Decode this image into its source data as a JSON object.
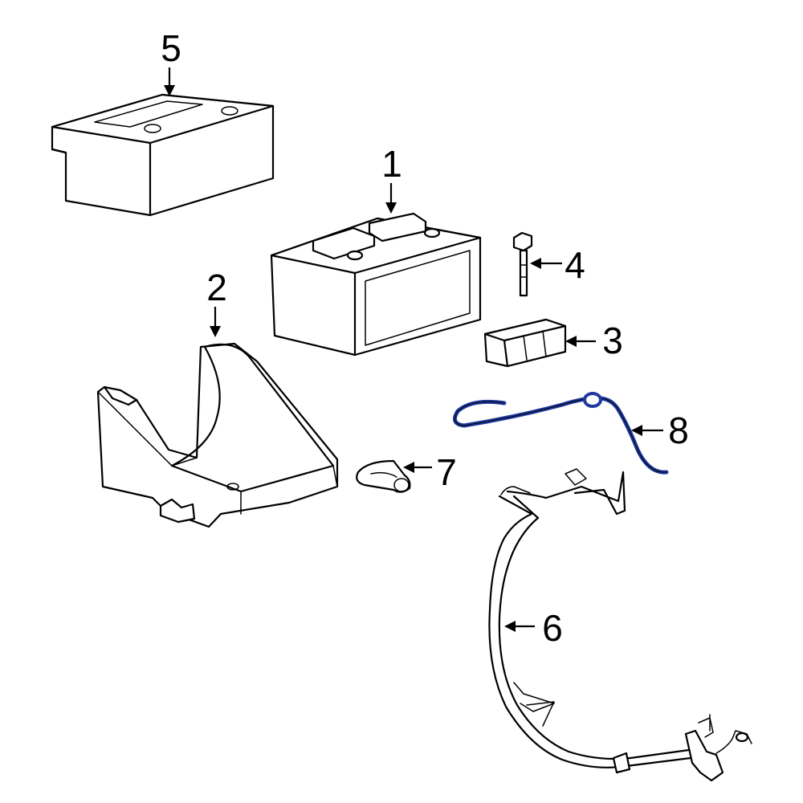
{
  "callouts": {
    "c1": "1",
    "c2": "2",
    "c3": "3",
    "c4": "4",
    "c5": "5",
    "c6": "6",
    "c7": "7",
    "c8": "8"
  },
  "colors": {
    "line": "#000000",
    "background": "#ffffff",
    "highlight_cable": "#1f3a9e"
  }
}
